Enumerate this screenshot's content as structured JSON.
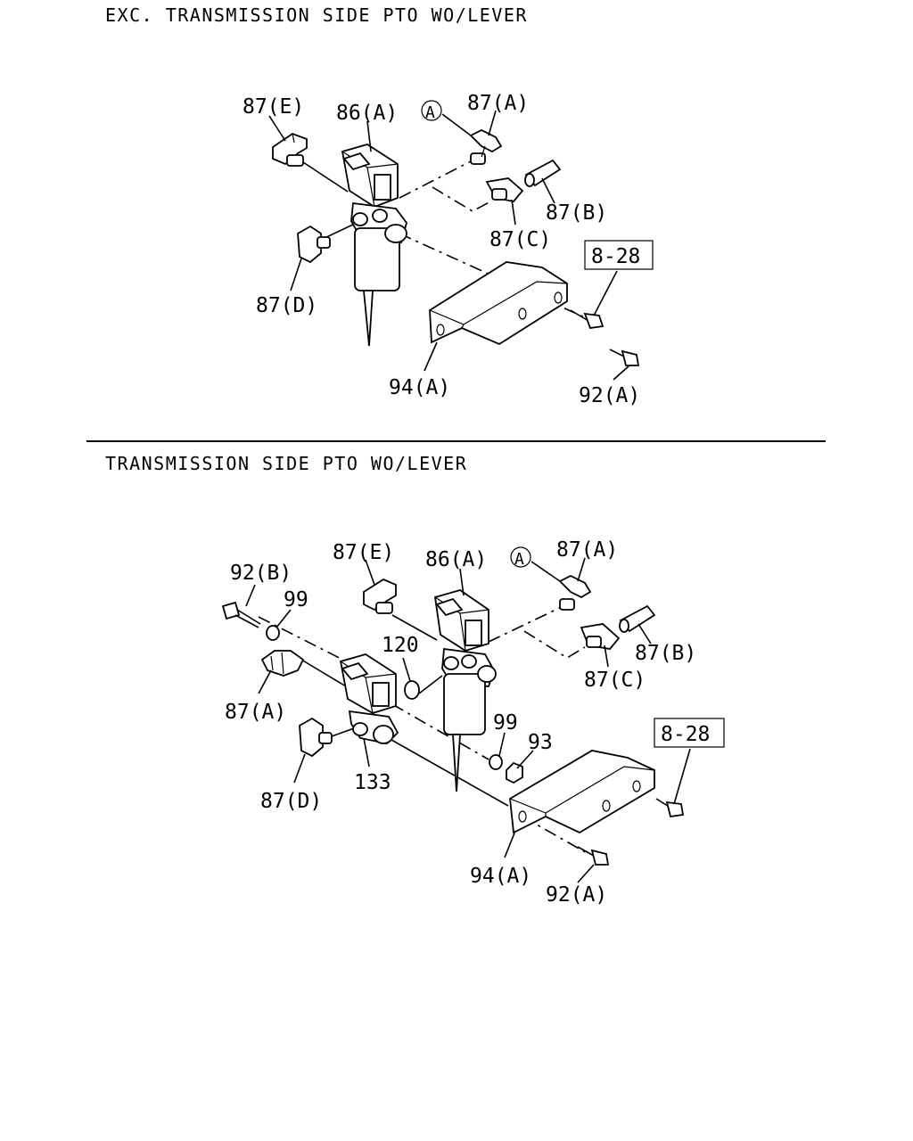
{
  "sections": [
    {
      "title": "EXC. TRANSMISSION SIDE PTO WO/LEVER",
      "labels": {
        "l87e": "87(E)",
        "l86a": "86(A)",
        "circleA": "A",
        "l87a": "87(A)",
        "l87b": "87(B)",
        "l87c": "87(C)",
        "ref828": "8-28",
        "l87d": "87(D)",
        "l94a": "94(A)",
        "l92a": "92(A)"
      }
    },
    {
      "title": "TRANSMISSION SIDE PTO WO/LEVER",
      "labels": {
        "l92b": "92(B)",
        "l99a": "99",
        "l87e": "87(E)",
        "l86a": "86(A)",
        "circleA": "A",
        "l87a_top": "87(A)",
        "l87b": "87(B)",
        "l87c": "87(C)",
        "l120": "120",
        "l87a_left": "87(A)",
        "l99b": "99",
        "l93": "93",
        "ref828": "8-28",
        "l133": "133",
        "l87d": "87(D)",
        "l94a": "94(A)",
        "l92a": "92(A)"
      }
    }
  ]
}
